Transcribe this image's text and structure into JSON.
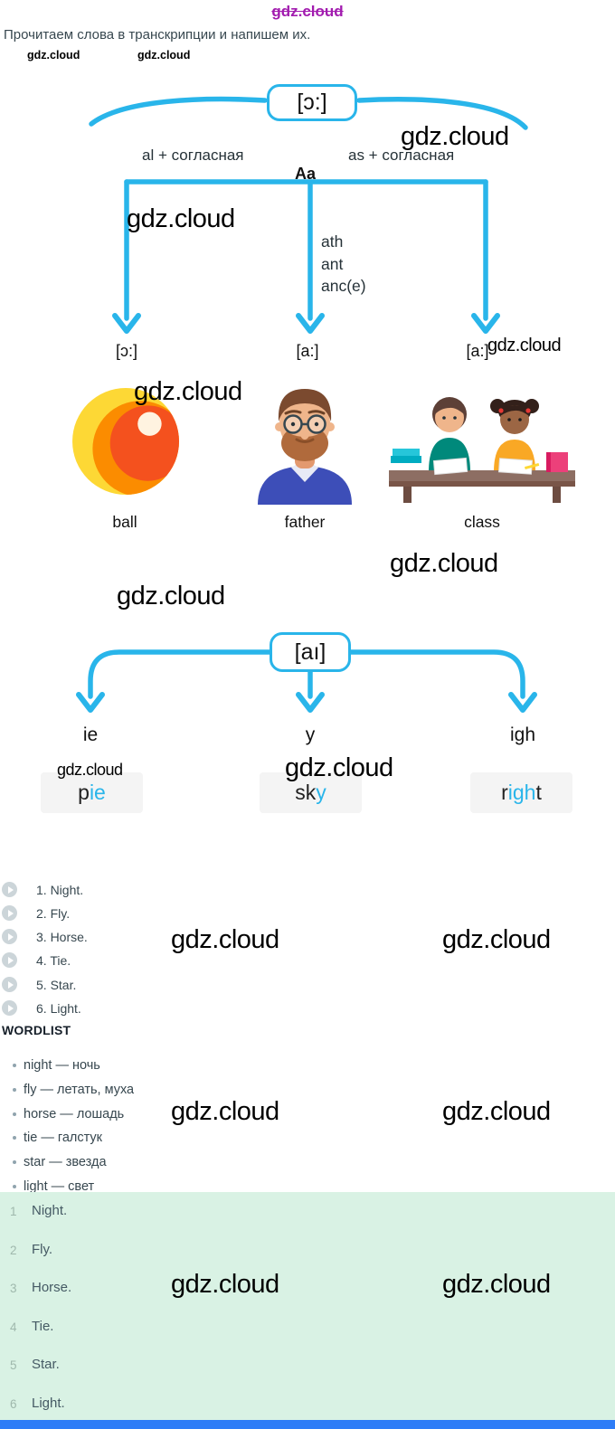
{
  "watermark": "gdz.cloud",
  "header": {
    "task_title": "Прочитаем слова в транскрипции и напишем их."
  },
  "diagram1": {
    "root_phonetic": "[ɔ:]",
    "rule_left": "al + согласная",
    "rule_right": "as + согласная",
    "letter": "Aa",
    "patterns": [
      "ath",
      "ant",
      "anc(e)"
    ],
    "branches": [
      {
        "phonetic": "[ɔ:]",
        "word": "ball",
        "illustration": "ball"
      },
      {
        "phonetic": "[a:]",
        "word": "father",
        "illustration": "father"
      },
      {
        "phonetic": "[a:]",
        "word": "class",
        "illustration": "class"
      }
    ]
  },
  "diagram2": {
    "root_phonetic": "[aı]",
    "branches": [
      {
        "pattern": "ie",
        "pre": "p",
        "highlight": "ie",
        "post": ""
      },
      {
        "pattern": "y",
        "pre": "sk",
        "highlight": "y",
        "post": ""
      },
      {
        "pattern": "igh",
        "pre": "r",
        "highlight": "igh",
        "post": "t"
      }
    ]
  },
  "audio_list": [
    "1. Night.",
    "2. Fly.",
    "3. Horse.",
    "4. Tie.",
    "5. Star.",
    "6. Light."
  ],
  "wordlist": {
    "title": "WORDLIST",
    "items": [
      "night — ночь",
      "fly — летать, муха",
      "horse — лошадь",
      "tie — галстук",
      "star — звезда",
      "light — свет"
    ]
  },
  "answers": [
    {
      "num": "1",
      "text": "Night."
    },
    {
      "num": "2",
      "text": "Fly."
    },
    {
      "num": "3",
      "text": "Horse."
    },
    {
      "num": "4",
      "text": "Tie."
    },
    {
      "num": "5",
      "text": "Star."
    },
    {
      "num": "6",
      "text": "Light."
    }
  ],
  "icons": {
    "audio": "play-circle-icon"
  },
  "colors": {
    "accent_blue": "#29b5ea",
    "highlight_blue": "#29b5ea",
    "answer_bg": "#d9f2e4",
    "bottom_bar": "#2e7df7",
    "top_watermark": "#a21caf"
  }
}
